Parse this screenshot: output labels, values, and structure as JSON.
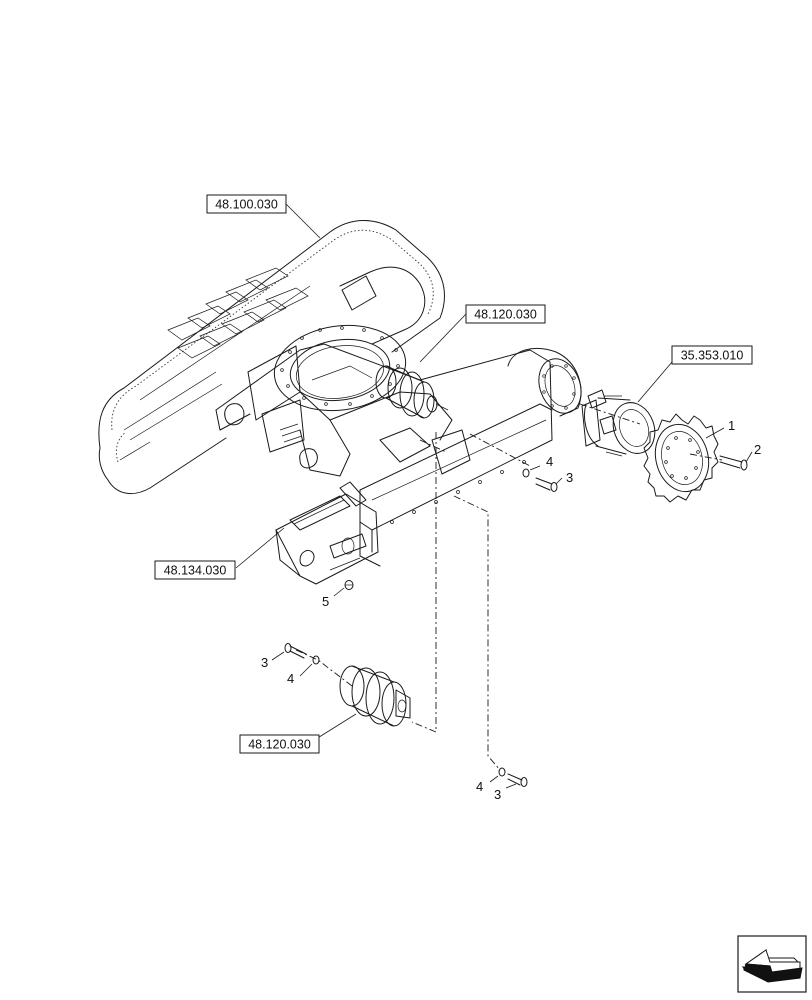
{
  "references": {
    "track": "48.100.030",
    "top_roller": "48.120.030",
    "drive_motor": "35.353.010",
    "idler_frame": "48.134.030",
    "bottom_roller": "48.120.030"
  },
  "callouts": {
    "sprocket": "1",
    "sprocket_bolt": "2",
    "motor_bolt": "3",
    "motor_washer": "4",
    "idler_fitting": "5",
    "roller_bolt_left": "3",
    "roller_washer_left": "4",
    "roller_washer_bottom": "4",
    "roller_bolt_bottom": "3"
  },
  "icons": {
    "navigation": "navigation-arrow-icon"
  }
}
